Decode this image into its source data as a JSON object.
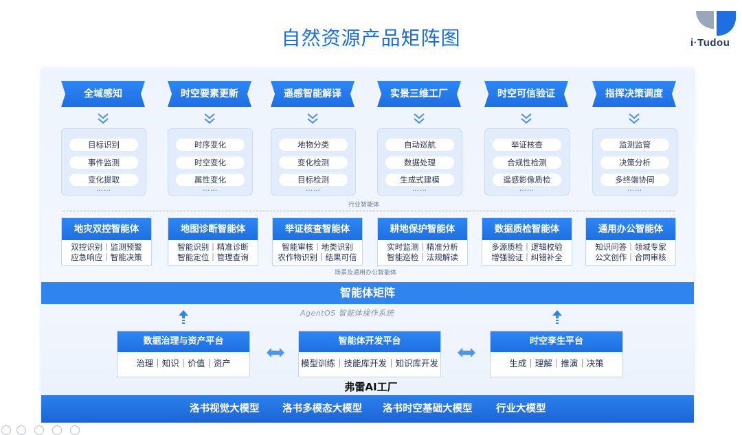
{
  "title": "自然资源产品矩阵图",
  "logo": {
    "text": "i·Tudou"
  },
  "top_columns": [
    {
      "header": "全域感知",
      "items": [
        "目标识别",
        "事件监测",
        "变化提取"
      ],
      "more": "……"
    },
    {
      "header": "时空要素更新",
      "items": [
        "时序变化",
        "时空变化",
        "属性变化"
      ],
      "more": "……"
    },
    {
      "header": "遥感智能解译",
      "items": [
        "地物分类",
        "变化检测",
        "目标检测"
      ],
      "more": "……"
    },
    {
      "header": "实景三维工厂",
      "items": [
        "自动巡航",
        "数据处理",
        "生成式建模"
      ],
      "more": "……"
    },
    {
      "header": "时空可信验证",
      "items": [
        "举证核查",
        "合规性检测",
        "遥感影像质检"
      ],
      "more": "……"
    },
    {
      "header": "指挥决策调度",
      "items": [
        "监测监管",
        "决策分析",
        "多终端协同"
      ],
      "more": "……"
    }
  ],
  "industry_caption": "行业智能体",
  "agents": [
    {
      "header": "地灾双控智能体",
      "line1": "双控识别｜监测预警",
      "line2": "应急响应｜智能决策"
    },
    {
      "header": "地图诊断智能体",
      "line1": "智能识别｜精准诊断",
      "line2": "智能定位｜管理查询"
    },
    {
      "header": "举证核查智能体",
      "line1": "智能审核｜地类识别",
      "line2": "农作物识别｜结果可信"
    },
    {
      "header": "耕地保护智能体",
      "line1": "实时监测｜精准分析",
      "line2": "智能巡检｜法规解读"
    },
    {
      "header": "数据质检智能体",
      "line1": "多源质检｜逻辑校验",
      "line2": "增强验证｜纠错补全"
    },
    {
      "header": "通用办公智能体",
      "line1": "知识问答｜领域专家",
      "line2": "公文创作｜合同审核"
    }
  ],
  "scene_caption": "场景及通用办公智能体",
  "matrix_label": "智能体矩阵",
  "agentos_label": "AgentOS 智能体操作系统",
  "platforms": [
    {
      "header": "数据治理与资产平台",
      "line": "治理｜知识｜价值｜资产"
    },
    {
      "header": "智能体开发平台",
      "line": "模型训练｜技能库开发｜知识库开发"
    },
    {
      "header": "时空孪生平台",
      "line": "生成｜理解｜推演｜决策"
    }
  ],
  "factory_label": "弗雷AI工厂",
  "models": [
    "洛书视觉大模型",
    "洛书多模态大模型",
    "洛书时空基础大模型",
    "行业大模型"
  ],
  "colors": {
    "accent": "#1f6fe0",
    "panel": "#eef4fd",
    "card": "#e2ecfb",
    "bar": "#2f84ee"
  },
  "icons": [
    "chevron-down-icon",
    "up-arrow-icon",
    "double-arrow-icon",
    "logo-mark-icon"
  ]
}
